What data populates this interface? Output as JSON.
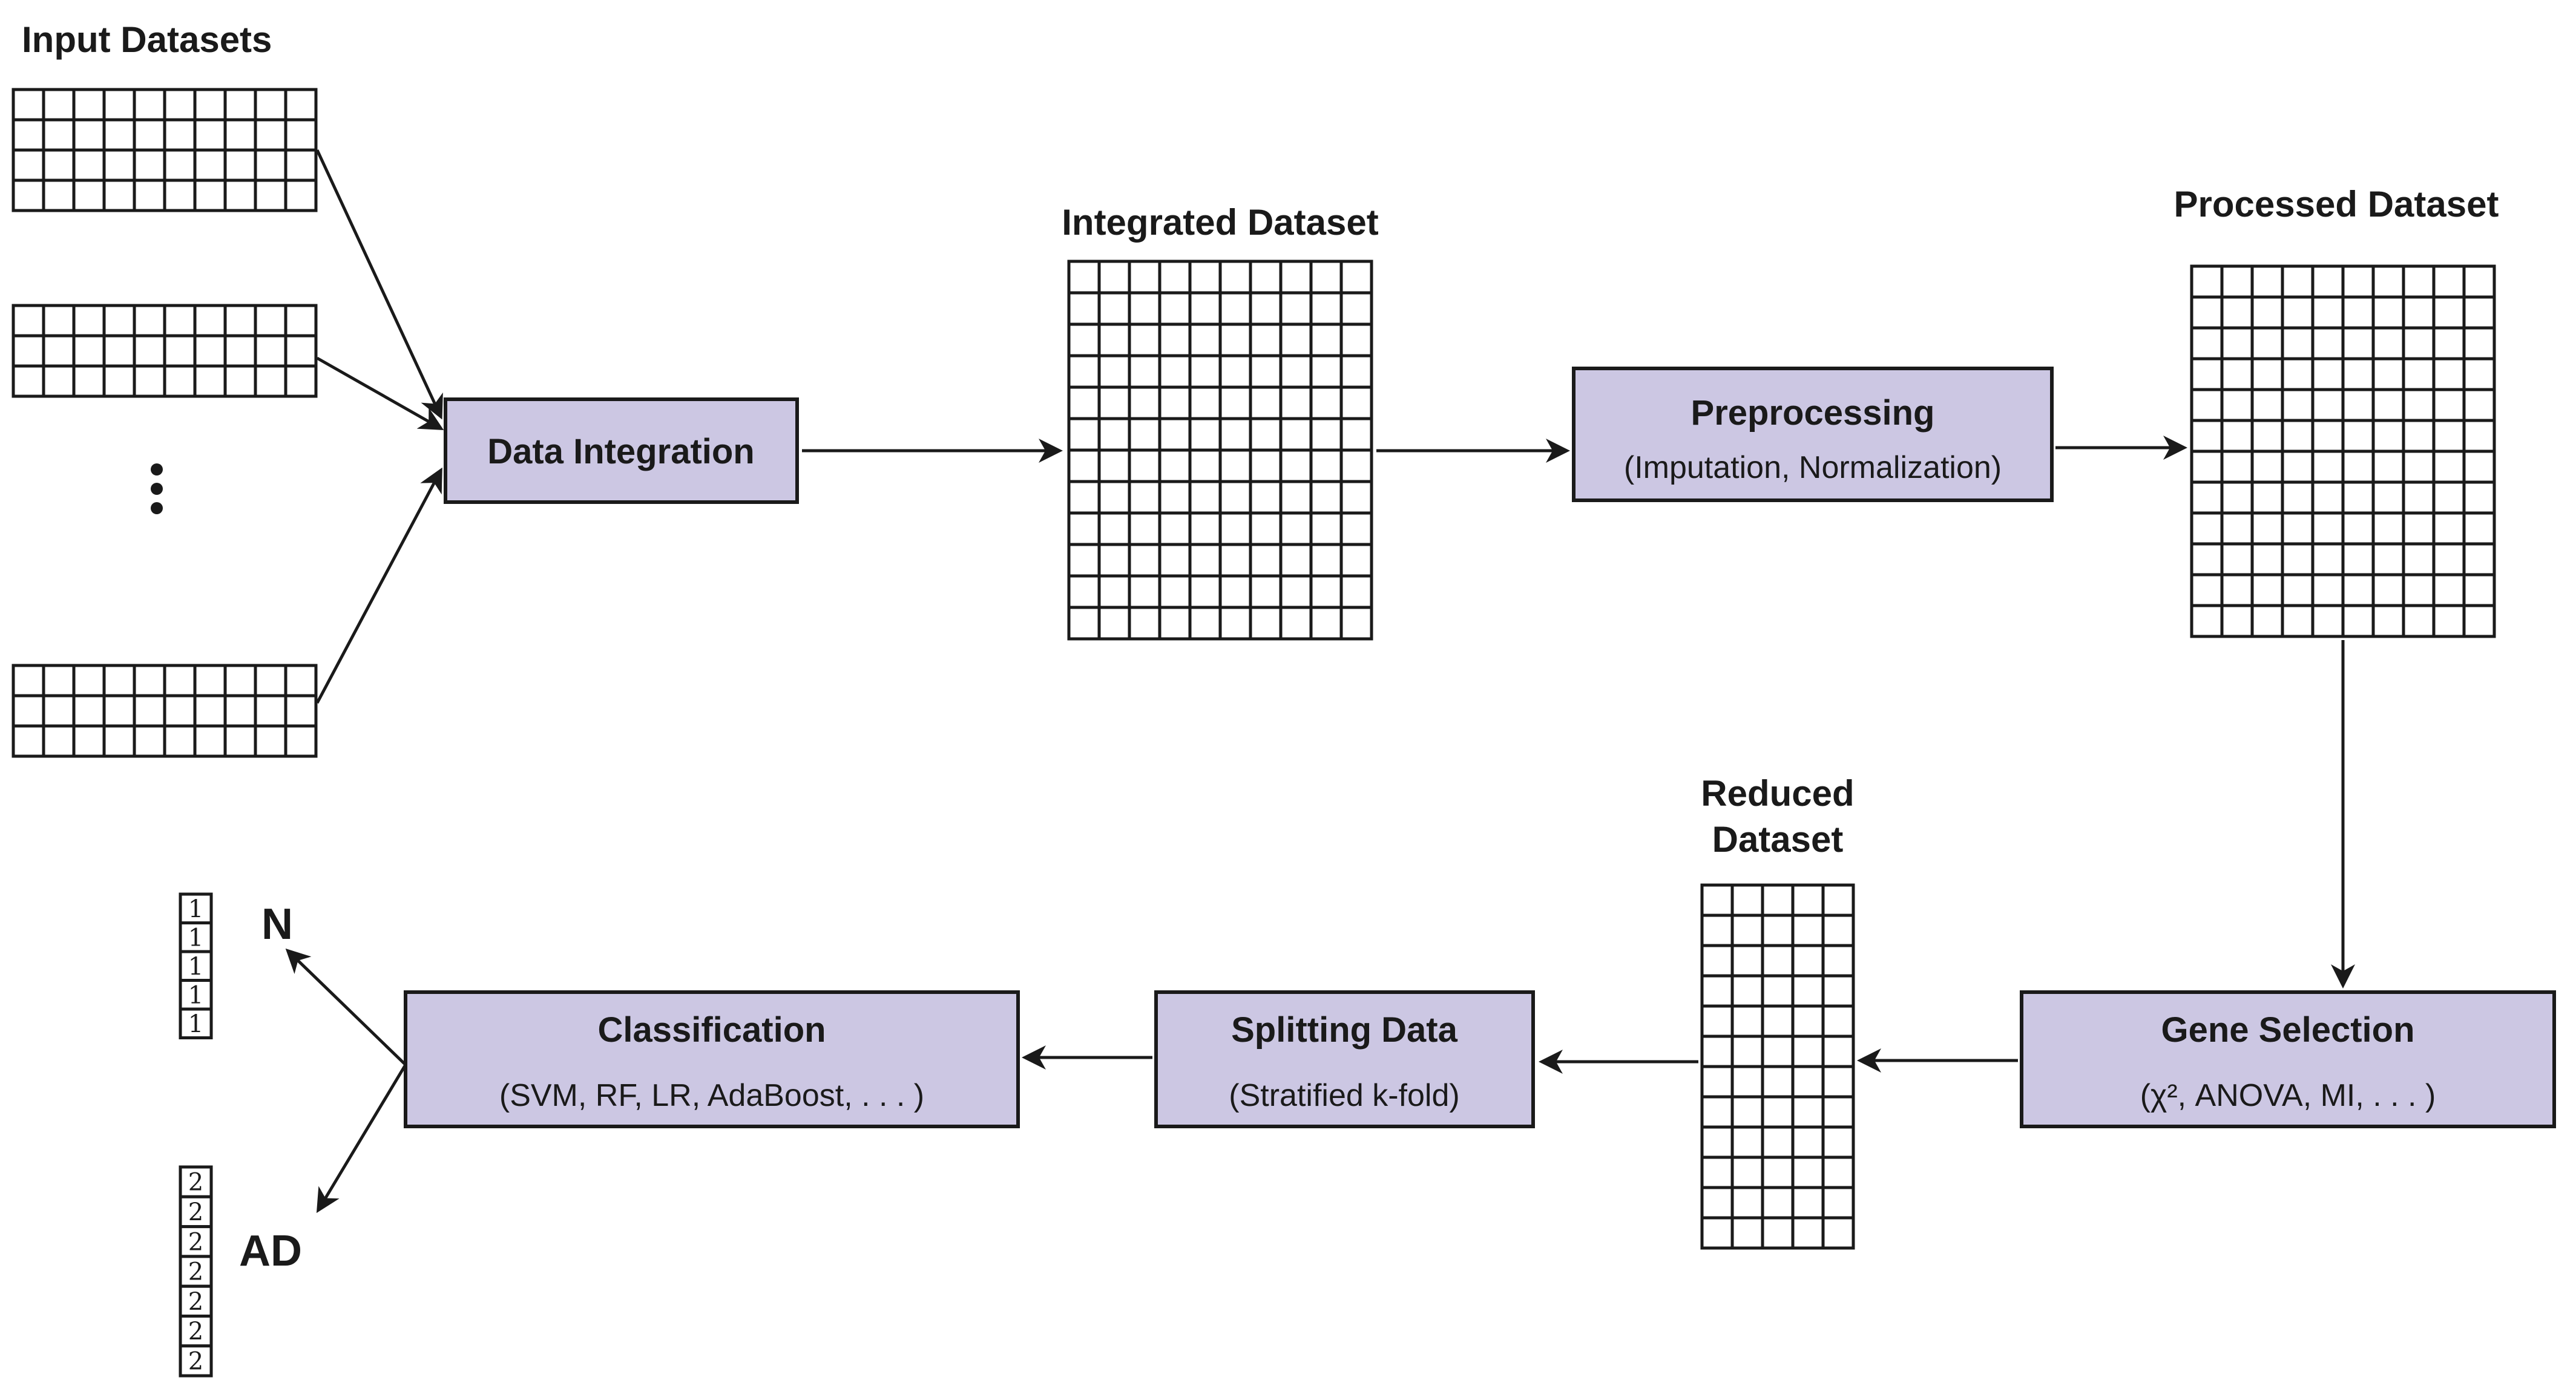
{
  "diagram": {
    "labels": {
      "input": "Input Datasets",
      "integrated": "Integrated Dataset",
      "processed": "Processed Dataset",
      "reduced_line1": "Reduced",
      "reduced_line2": "Dataset",
      "class_normal": "N",
      "class_ad": "AD"
    },
    "boxes": {
      "integration": {
        "title": "Data Integration"
      },
      "preprocessing": {
        "title": "Preprocessing",
        "subtitle": "(Imputation, Normalization)"
      },
      "gene_selection": {
        "title": "Gene Selection",
        "subtitle": "(χ², ANOVA, MI, . . . )"
      },
      "splitting": {
        "title": "Splitting Data",
        "subtitle": "(Stratified k-fold)"
      },
      "classification": {
        "title": "Classification",
        "subtitle": "(SVM, RF, LR, AdaBoost, . . . )"
      }
    },
    "grids": {
      "input1": {
        "rows": 4,
        "cols": 10
      },
      "input2": {
        "rows": 3,
        "cols": 10
      },
      "input3": {
        "rows": 3,
        "cols": 10
      },
      "integrated": {
        "rows": 12,
        "cols": 10
      },
      "processed": {
        "rows": 12,
        "cols": 10
      },
      "reduced": {
        "rows": 12,
        "cols": 5
      },
      "n_vector": {
        "rows": 5,
        "cols": 1,
        "values": [
          "1",
          "1",
          "1",
          "1",
          "1"
        ]
      },
      "ad_vector": {
        "rows": 7,
        "cols": 1,
        "values": [
          "2",
          "2",
          "2",
          "2",
          "2",
          "2",
          "2"
        ]
      }
    },
    "colors": {
      "box_fill": "#ccc7e3",
      "stroke": "#1a1a1a",
      "background": "#ffffff"
    }
  }
}
